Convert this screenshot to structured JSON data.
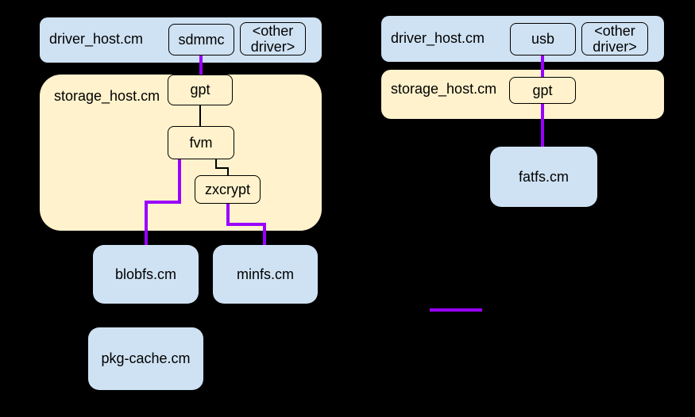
{
  "colors": {
    "background": "#000000",
    "host_blue": "#cfe2f3",
    "storage_yellow": "#fff2cc",
    "connector_purple": "#9900ff",
    "line_black": "#000000"
  },
  "left_diagram": {
    "driver_host": {
      "label": "driver_host.cm",
      "drivers": [
        {
          "label": "sdmmc"
        },
        {
          "label": "<other driver>"
        }
      ]
    },
    "storage_host": {
      "label": "storage_host.cm",
      "components": [
        {
          "label": "gpt"
        },
        {
          "label": "fvm"
        },
        {
          "label": "zxcrypt"
        }
      ]
    },
    "filesystems": [
      {
        "label": "blobfs.cm"
      },
      {
        "label": "minfs.cm"
      }
    ],
    "pkg_cache": {
      "label": "pkg-cache.cm"
    }
  },
  "right_diagram": {
    "driver_host": {
      "label": "driver_host.cm",
      "drivers": [
        {
          "label": "usb"
        },
        {
          "label": "<other driver>"
        }
      ]
    },
    "storage_host": {
      "label": "storage_host.cm",
      "components": [
        {
          "label": "gpt"
        }
      ]
    },
    "filesystems": [
      {
        "label": "fatfs.cm"
      }
    ]
  },
  "legend": {
    "line_color": "#9900ff"
  }
}
